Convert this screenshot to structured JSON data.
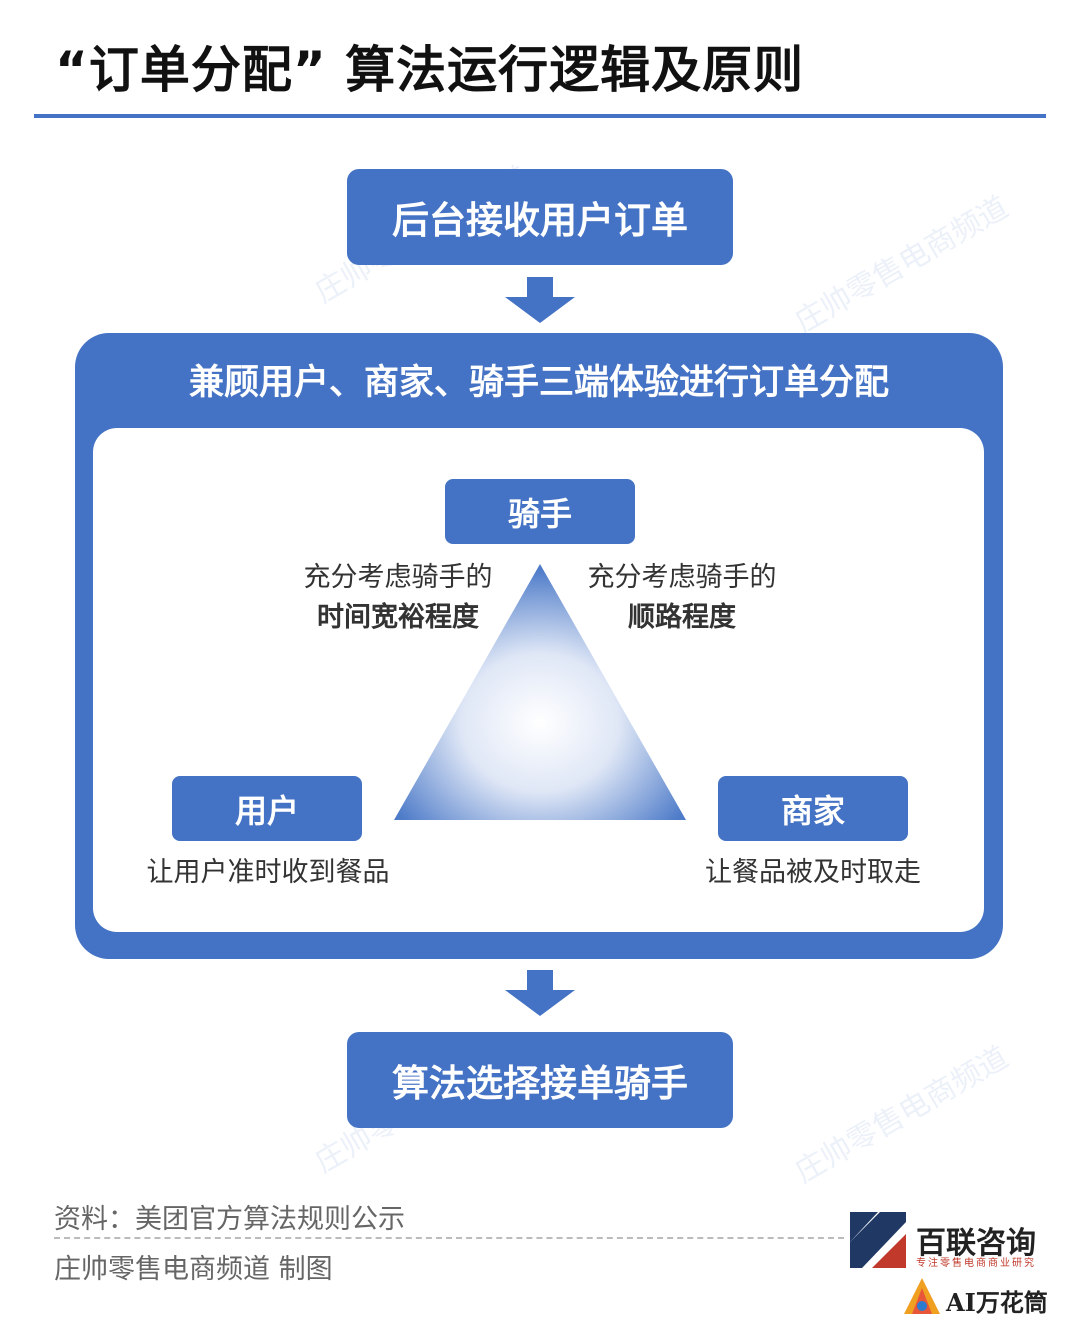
{
  "title": "“订单分配” 算法运行逻辑及原则",
  "step_top": "后台接收用户订单",
  "frame_title": "兼顾用户、商家、骑手三端体验进行订单分配",
  "roles": {
    "rider": "骑手",
    "user": "用户",
    "merchant": "商家"
  },
  "notes": {
    "left_line1": "充分考虑骑手的",
    "left_line2": "时间宽裕程度",
    "right_line1": "充分考虑骑手的",
    "right_line2": "顺路程度",
    "user": "让用户准时收到餐品",
    "merchant": "让餐品被及时取走"
  },
  "step_bottom": "算法选择接单骑手",
  "watermark": "庄帅零售电商频道",
  "footer": {
    "source": "资料：美团官方算法规则公示",
    "credit": "庄帅零售电商频道 制图"
  },
  "brand": {
    "name": "百联咨询",
    "tagline": "专注零售电商商业研究",
    "ai_label": "AI万花筒"
  },
  "colors": {
    "primary_blue": "#4472c4",
    "brand_red": "#c0392b",
    "brand_dark": "#1f3864"
  }
}
